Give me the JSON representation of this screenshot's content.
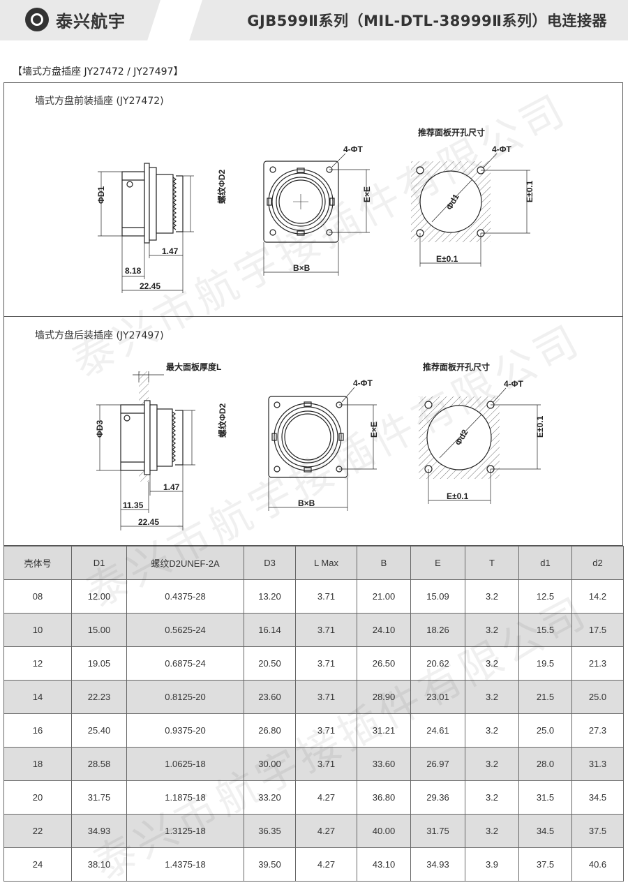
{
  "header": {
    "brand": "泰兴航宇",
    "title": "GJB599Ⅱ系列（MIL-DTL-38999Ⅱ系列）电连接器"
  },
  "section_label": "【墙式方盘插座 JY27472 / JY27497】",
  "front": {
    "title": "墙式方盘前装插座   (JY27472)",
    "dims": {
      "d1": "ΦD1",
      "d2": "螺纹ΦD2",
      "a": "1.47",
      "b": "8.18",
      "c": "22.45",
      "bxb": "B×B",
      "exe": "E×E",
      "t1": "4-ΦT",
      "t2": "4-ΦT",
      "hole": "推荐面板开孔尺寸",
      "dia": "Φd1",
      "e1": "E±0.1",
      "e2": "E±0.1"
    }
  },
  "rear": {
    "title": "墙式方盘后装插座   (JY27497)",
    "dims": {
      "d3": "ΦD3",
      "d2": "螺纹ΦD2",
      "maxl": "最大面板厚度L",
      "a": "1.47",
      "b": "11.35",
      "c": "22.45",
      "bxb": "B×B",
      "exe": "E×E",
      "t1": "4-ΦT",
      "t2": "4-ΦT",
      "hole": "推荐面板开孔尺寸",
      "dia": "Φd2",
      "e1": "E±0.1",
      "e2": "E±0.1"
    }
  },
  "watermark": "泰兴市航宇接插件有限公司",
  "table": {
    "headers": [
      "壳体号",
      "D1",
      "螺纹D2UNEF-2A",
      "D3",
      "L Max",
      "B",
      "E",
      "T",
      "d1",
      "d2"
    ],
    "rows": [
      [
        "08",
        "12.00",
        "0.4375-28",
        "13.20",
        "3.71",
        "21.00",
        "15.09",
        "3.2",
        "12.5",
        "14.2"
      ],
      [
        "10",
        "15.00",
        "0.5625-24",
        "16.14",
        "3.71",
        "24.10",
        "18.26",
        "3.2",
        "15.5",
        "17.5"
      ],
      [
        "12",
        "19.05",
        "0.6875-24",
        "20.50",
        "3.71",
        "26.50",
        "20.62",
        "3.2",
        "19.5",
        "21.3"
      ],
      [
        "14",
        "22.23",
        "0.8125-20",
        "23.60",
        "3.71",
        "28.90",
        "23.01",
        "3.2",
        "21.5",
        "25.0"
      ],
      [
        "16",
        "25.40",
        "0.9375-20",
        "26.80",
        "3.71",
        "31.21",
        "24.61",
        "3.2",
        "25.0",
        "27.3"
      ],
      [
        "18",
        "28.58",
        "1.0625-18",
        "30.00",
        "3.71",
        "33.60",
        "26.97",
        "3.2",
        "28.0",
        "31.3"
      ],
      [
        "20",
        "31.75",
        "1.1875-18",
        "33.20",
        "4.27",
        "36.80",
        "29.36",
        "3.2",
        "31.5",
        "34.5"
      ],
      [
        "22",
        "34.93",
        "1.3125-18",
        "36.35",
        "4.27",
        "40.00",
        "31.75",
        "3.2",
        "34.5",
        "37.5"
      ],
      [
        "24",
        "38.10",
        "1.4375-18",
        "39.50",
        "4.27",
        "43.10",
        "34.93",
        "3.9",
        "37.5",
        "40.6"
      ]
    ]
  }
}
